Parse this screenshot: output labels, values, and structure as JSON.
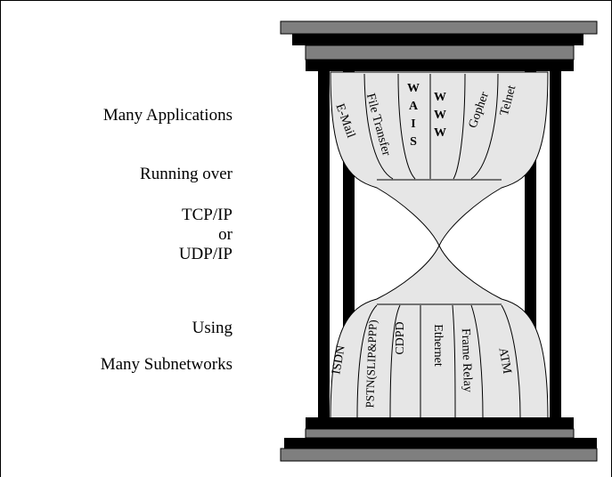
{
  "side_labels": {
    "applications": "Many Applications",
    "running": "Running over",
    "tcp": "TCP/IP",
    "or": "or",
    "udp": "UDP/IP",
    "using": "Using",
    "subnetworks": "Many Subnetworks"
  },
  "applications": [
    "E-Mail",
    "File Transfer",
    "WAIS",
    "WWW",
    "Gopher",
    "Telnet"
  ],
  "subnetworks": [
    "ISDN",
    "PSTN(SLIP&PPP)",
    "CDPD",
    "Ethernet",
    "Frame Relay",
    "ATM"
  ],
  "colors": {
    "frame": "#7f7f7f",
    "pillar": "#000000",
    "glass": "#e6e6e6",
    "outline": "#000000"
  }
}
